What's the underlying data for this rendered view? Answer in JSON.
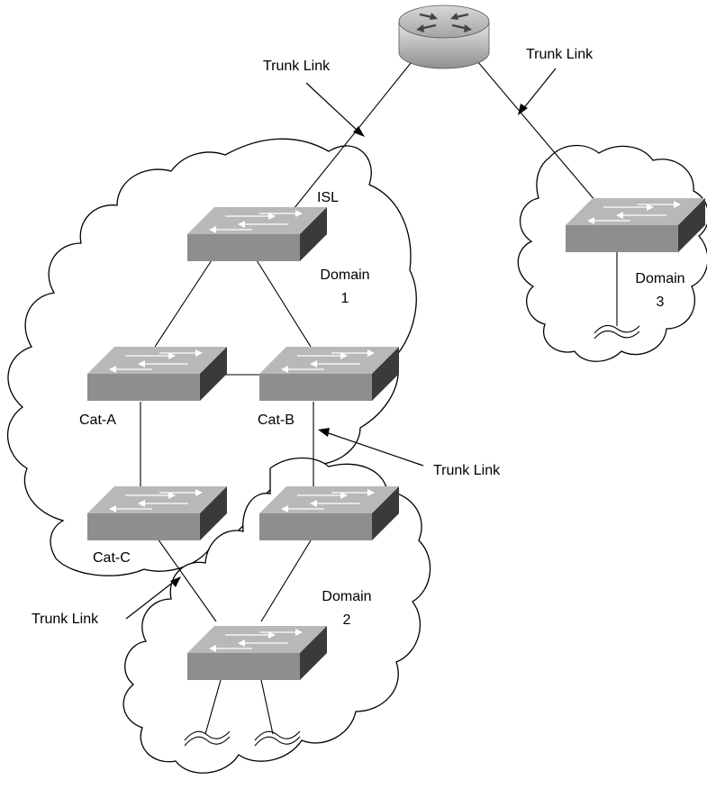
{
  "labels": {
    "isl": "ISL",
    "trunk_router_left": "Trunk Link",
    "trunk_router_right": "Trunk Link",
    "trunk_catb": "Trunk Link",
    "trunk_catc": "Trunk Link",
    "domain1_line1": "Domain",
    "domain1_line2": "1",
    "domain2_line1": "Domain",
    "domain2_line2": "2",
    "domain3_line1": "Domain",
    "domain3_line2": "3",
    "cat_a": "Cat-A",
    "cat_b": "Cat-B",
    "cat_c": "Cat-C"
  },
  "devices": {
    "router": "router-icon",
    "switch": "switch-icon"
  },
  "colors": {
    "switch_top": "#b8b8b8",
    "switch_front": "#8e8e8e",
    "switch_side": "#3a3a3a",
    "router_body": "#bdbdbd"
  }
}
